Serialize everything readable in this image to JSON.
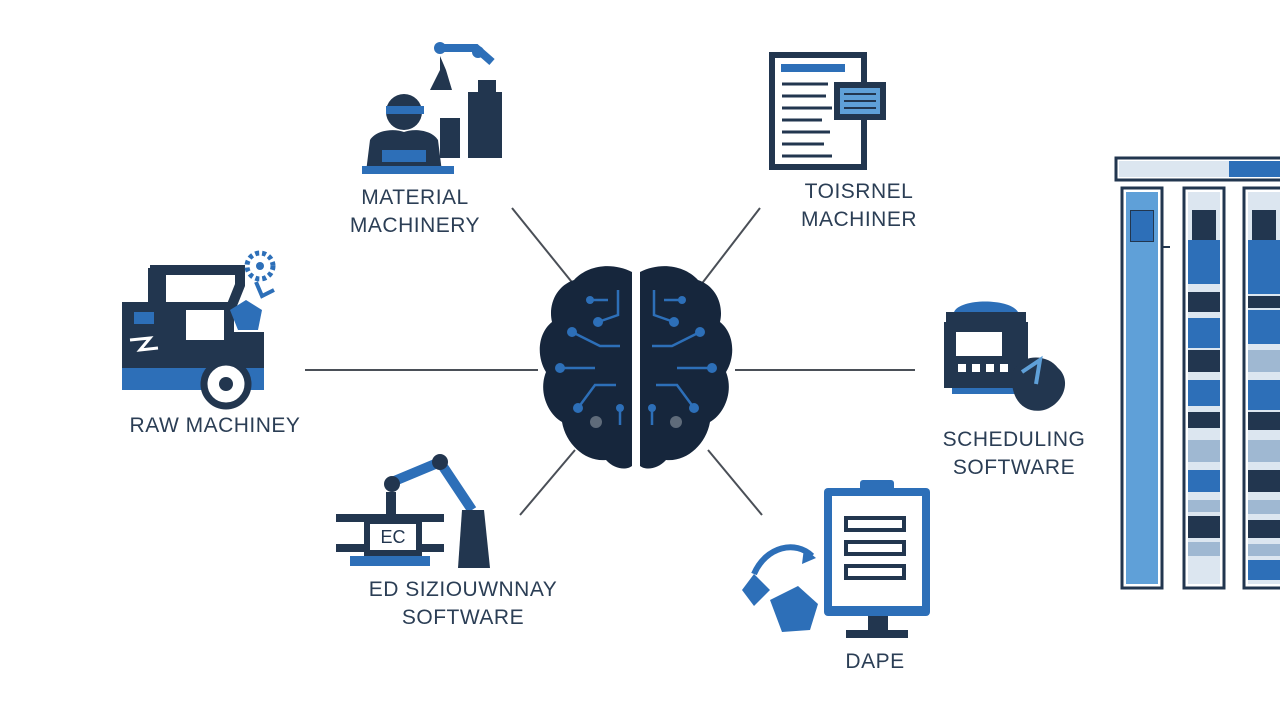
{
  "colors": {
    "dark_navy": "#22364f",
    "brain": "#16263c",
    "accent_blue": "#2d6fb8",
    "light_blue": "#5fa0d8",
    "line": "#4a4f57",
    "text": "#2b3e55"
  },
  "center": {
    "icon": "brain-circuit-icon"
  },
  "nodes": {
    "material_machinery": {
      "icon": "worker-robot-arm-icon",
      "line1": "MATERIAL",
      "line2": "MACHINERY"
    },
    "toisrnel_machiner": {
      "icon": "document-screen-icon",
      "line1": "TOISRNEL",
      "line2": "MACHINER"
    },
    "raw_machiney": {
      "icon": "truck-crane-gear-icon",
      "line1": "RAW MACHINEY"
    },
    "scheduling_software": {
      "icon": "machine-hand-icon",
      "line1": "SCHEDULING",
      "line2": "SOFTWARE"
    },
    "ed_software": {
      "icon": "conveyor-robot-arm-icon",
      "line1": "ED SIZIOUWNNAY",
      "line2": "SOFTWARE",
      "badge": "EC"
    },
    "dape": {
      "icon": "clipboard-monitor-icon",
      "line1": "DAPE"
    }
  },
  "side_panel": {
    "icon": "gantt-columns-icon"
  }
}
